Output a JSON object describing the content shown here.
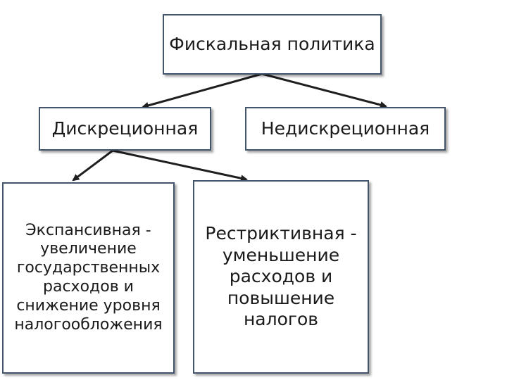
{
  "diagram": {
    "root": {
      "label": "Фискальная политика"
    },
    "nodes": {
      "discretionary": {
        "label": "Дискреционная"
      },
      "nondiscretionary": {
        "label": "Недискреционная"
      },
      "expansionary": {
        "label": "Экспансивная - увеличение государственных расходов и снижение уровня налогообложения"
      },
      "restrictive": {
        "label": "Рестриктивная - уменьшение расходов и повышение налогов"
      }
    },
    "edges": [
      {
        "from": "root",
        "to": "discretionary"
      },
      {
        "from": "root",
        "to": "nondiscretionary"
      },
      {
        "from": "discretionary",
        "to": "expansionary"
      },
      {
        "from": "discretionary",
        "to": "restrictive"
      }
    ],
    "colors": {
      "border": "#44546a",
      "arrow": "#1f1f1f",
      "text": "#1a1a1a"
    }
  }
}
